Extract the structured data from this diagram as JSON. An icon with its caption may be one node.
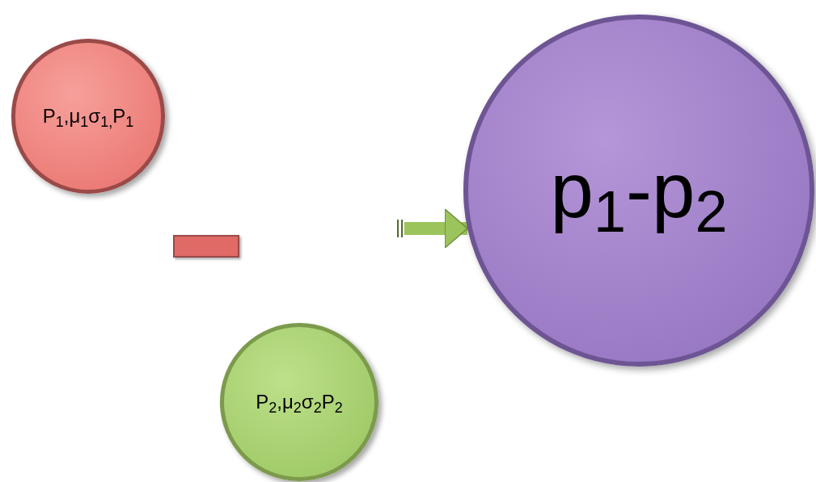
{
  "diagram": {
    "nodes": [
      {
        "text": [
          "P$_{1}$,μ$_{1}$σ$_{1,}$P$_{1}$"
        ]
      },
      {
        "text": [],
        "shape": "bar"
      },
      {
        "text": [
          "P$_{2}$,μ$_{2}$σ$_{2}$P$_{2}$"
        ]
      },
      {
        "text": [
          "p$_{1}$-p$_{2}$"
        ]
      }
    ],
    "edges": [
      {
        "from": null,
        "to": 3,
        "arrow": "to"
      }
    ]
  }
}
